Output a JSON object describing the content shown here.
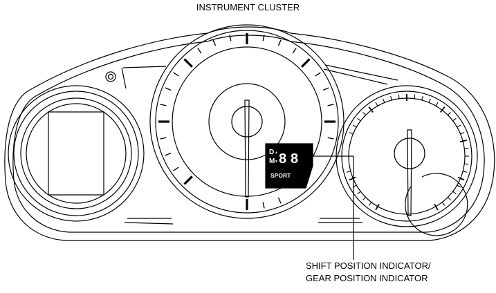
{
  "title": "INSTRUMENT CLUSTER",
  "callout": {
    "line1": "SHIFT POSITION INDICATOR/",
    "line2": "GEAR POSITION INDICATOR"
  },
  "indicator": {
    "shift_d": "D",
    "shift_m": "M",
    "gear_digits": "8",
    "mode": "SPORT",
    "tri_up": "▲",
    "tri_down": "▼"
  },
  "colors": {
    "line": "#000000",
    "background": "#ffffff",
    "indicator_panel": "#000000",
    "indicator_text": "#ffffff"
  }
}
